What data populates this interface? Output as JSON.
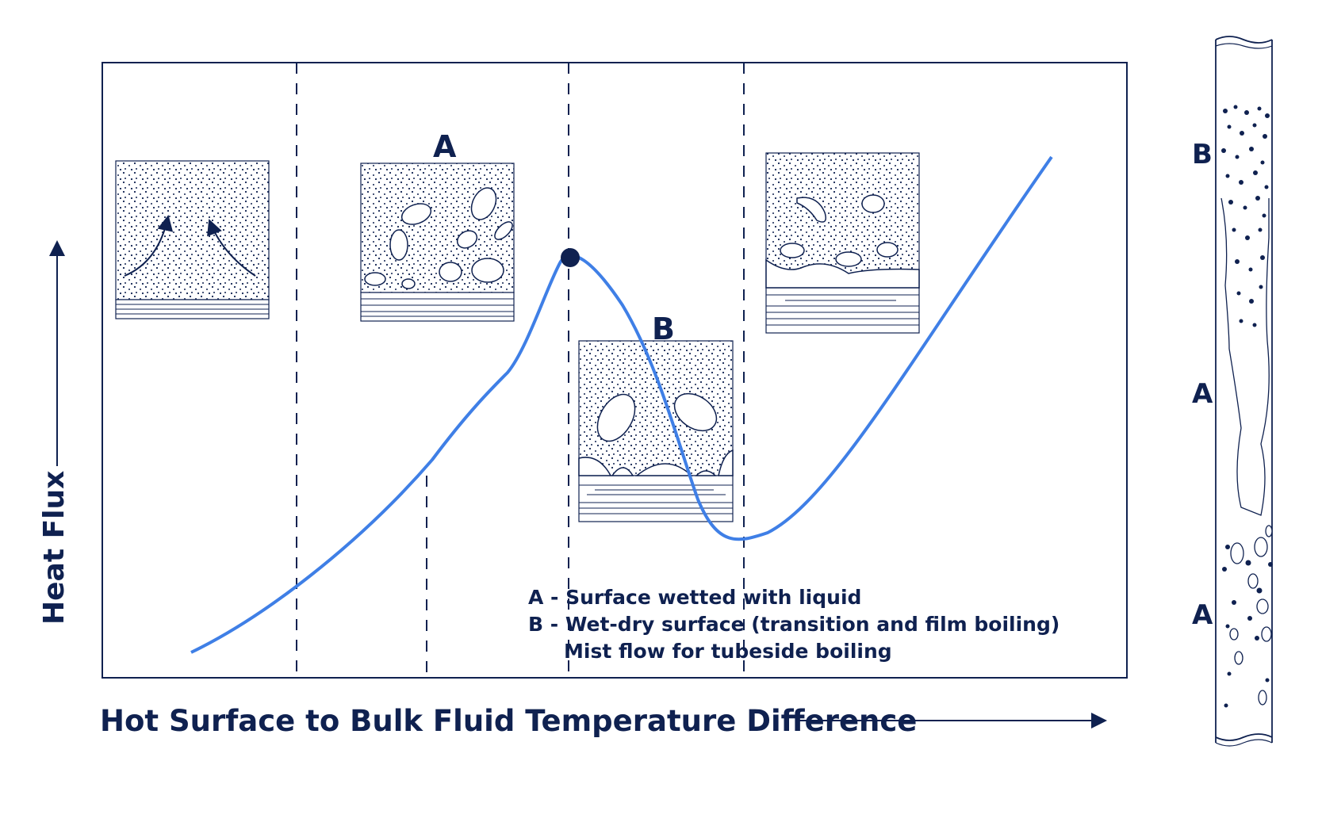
{
  "axes": {
    "x_label": "Hot Surface to Bulk Fluid Temperature Difference",
    "y_label": "Heat Flux"
  },
  "panel_labels": {
    "nucleate": "A",
    "transition": "B"
  },
  "legend": {
    "a": "A - Surface wetted with liquid",
    "b": "B - Wet-dry surface (transition and film boiling)",
    "b2": "Mist flow for tubeside boiling"
  },
  "tube_labels": {
    "top": "B",
    "middle": "A",
    "bottom": "A"
  },
  "colors": {
    "curve": "#3f7fe6",
    "ink": "#0f2150",
    "peak_marker": "#0f2150"
  }
}
